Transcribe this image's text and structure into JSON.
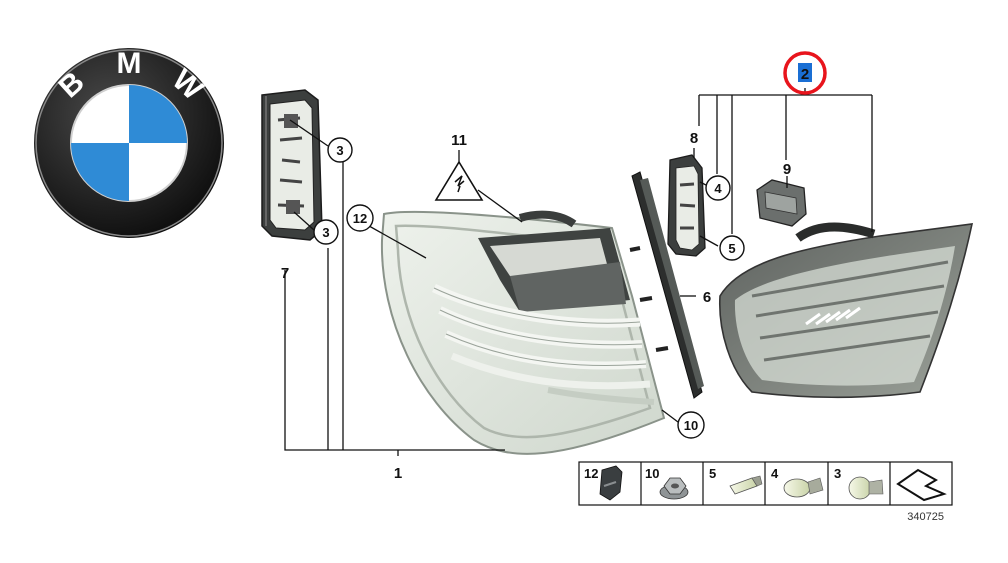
{
  "logo": {
    "letters": [
      "B",
      "M",
      "W"
    ]
  },
  "callouts": {
    "p1": "1",
    "p2": "2",
    "p3a": "3",
    "p3b": "3",
    "p4": "4",
    "p5": "5",
    "p6": "6",
    "p7": "7",
    "p8": "8",
    "p9": "9",
    "p10": "10",
    "p11": "11",
    "p12": "12"
  },
  "legend": {
    "cells": [
      {
        "number": "12",
        "icon": "clip-icon"
      },
      {
        "number": "10",
        "icon": "nut-icon"
      },
      {
        "number": "5",
        "icon": "wedge-bulb-small-icon"
      },
      {
        "number": "4",
        "icon": "wedge-bulb-large-icon"
      },
      {
        "number": "3",
        "icon": "round-bulb-icon"
      },
      {
        "number": "",
        "icon": "bracket-outline-icon"
      }
    ],
    "diagram_id": "340725"
  },
  "highlight": {
    "color": "#e8141c",
    "marker_fill": "#1a6fd4"
  },
  "colors": {
    "logo_blue": "#2f8bd6",
    "logo_ring": "#1d1d1d",
    "lens": "#dfe6dc",
    "dark_part": "#3a3d3c"
  }
}
